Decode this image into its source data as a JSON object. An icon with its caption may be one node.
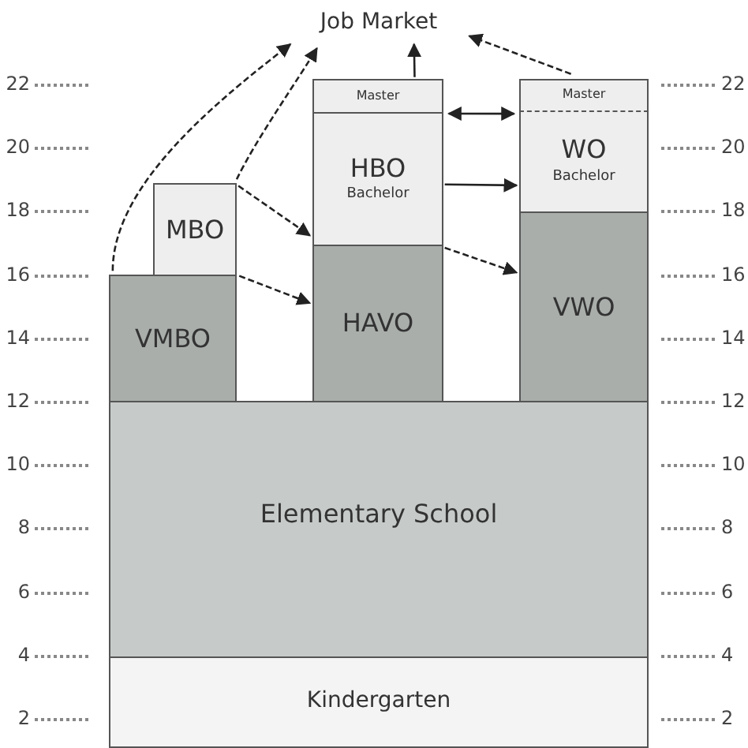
{
  "diagram": {
    "nodes": [
      {
        "text": [
          "Job Market"
        ]
      },
      {
        "text": [
          "VMBO"
        ]
      },
      {
        "text": [
          "MBO"
        ]
      },
      {
        "text": [
          "HAVO"
        ]
      },
      {
        "text": [
          "HBO",
          "Bachelor"
        ]
      },
      {
        "text": [
          "Master"
        ]
      },
      {
        "text": [
          "VWO"
        ]
      },
      {
        "text": [
          "WO",
          "Bachelor"
        ]
      },
      {
        "text": [
          "Master"
        ]
      },
      {
        "text": [
          "Elementary School"
        ]
      },
      {
        "text": [
          "Kindergarten"
        ]
      }
    ],
    "edges": [
      {
        "from": 1,
        "to": 0,
        "arrow": "to",
        "style": "dashed"
      },
      {
        "from": 2,
        "to": 0,
        "arrow": "to",
        "style": "dashed"
      },
      {
        "from": 2,
        "to": 4,
        "arrow": "to",
        "style": "dashed"
      },
      {
        "from": 1,
        "to": 3,
        "arrow": "to",
        "style": "dashed"
      },
      {
        "from": 5,
        "to": 0,
        "arrow": "to"
      },
      {
        "from": 5,
        "to": 8,
        "arrow": "both"
      },
      {
        "from": 4,
        "to": 7,
        "arrow": "to"
      },
      {
        "from": 3,
        "to": 6,
        "arrow": "to",
        "style": "dashed"
      },
      {
        "from": 8,
        "to": 0,
        "arrow": "to",
        "style": "dashed"
      }
    ],
    "labels": [
      "22",
      "22",
      "20",
      "20",
      "18",
      "18",
      "16",
      "16",
      "14",
      "14",
      "12",
      "12",
      "10",
      "10",
      "8",
      "8",
      "6",
      "6",
      "4",
      "4",
      "2",
      "2"
    ]
  }
}
